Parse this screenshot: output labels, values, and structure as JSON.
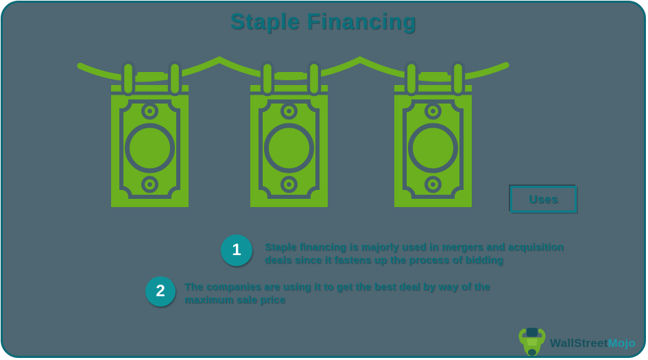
{
  "title": "Staple Financing",
  "uses_label": "Uses",
  "points": [
    {
      "number": "1",
      "line1": "Staple financing is majorly used in mergers and acquisition",
      "line2": "deals since it fastens up the process of bidding"
    },
    {
      "number": "2",
      "line1": "The companies are using it to get the best deal by way of the",
      "line2": "maximum sale price"
    }
  ],
  "logo": {
    "part1": "WallStreet",
    "part2": "Mojo"
  },
  "illustration": {
    "description": "Three dollar bills hanging on a clothesline with clothespins",
    "icons": [
      "clothesline-rope-icon",
      "money-bill-icon",
      "clothespin-icon",
      "bull-mascot-icon"
    ]
  },
  "colors": {
    "background_slate": "#4e6772",
    "frame_border_teal": "#0a6a76",
    "bill_green": "#6bb01e",
    "bill_detail_slate": "#46606c",
    "heading_teal": "#0b6f7b",
    "badge_teal": "#0f939b",
    "logo_dark": "#15525e",
    "logo_light": "#1b9aac",
    "page_white": "#ffffff"
  }
}
